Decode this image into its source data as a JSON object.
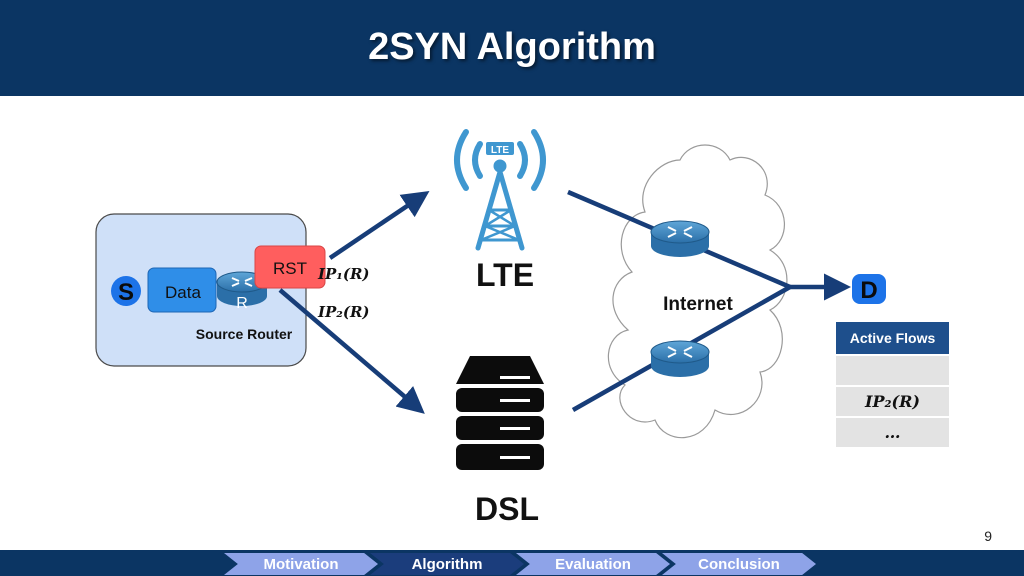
{
  "slide": {
    "title": "2SYN Algorithm",
    "page_number": "9"
  },
  "diagram": {
    "source_node": "S",
    "data_label": "Data",
    "router_label": "R",
    "source_router_label": "Source Router",
    "rst_label": "RST",
    "ip1_label": "IP₁(R)",
    "ip2_label": "IP₂(R)",
    "lte_label": "LTE",
    "lte_badge": "LTE",
    "dsl_label": "DSL",
    "internet_label": "Internet",
    "dest_node": "D"
  },
  "active_flows": {
    "header": "Active Flows",
    "rows": [
      "",
      "IP₂(R)",
      "…"
    ]
  },
  "nav": {
    "items": [
      "Motivation",
      "Algorithm",
      "Evaluation",
      "Conclusion"
    ],
    "active": "Algorithm"
  },
  "colors": {
    "header_bg": "#0b3563",
    "arrow": "#173d78",
    "lte_blue": "#3f97d0",
    "source_box": "#cfe0f8",
    "data_box": "#2f8ee8",
    "rst_box": "#ff5e5e",
    "nav_active": "#1b3d7c",
    "nav_inactive": "#8ea3e8"
  }
}
